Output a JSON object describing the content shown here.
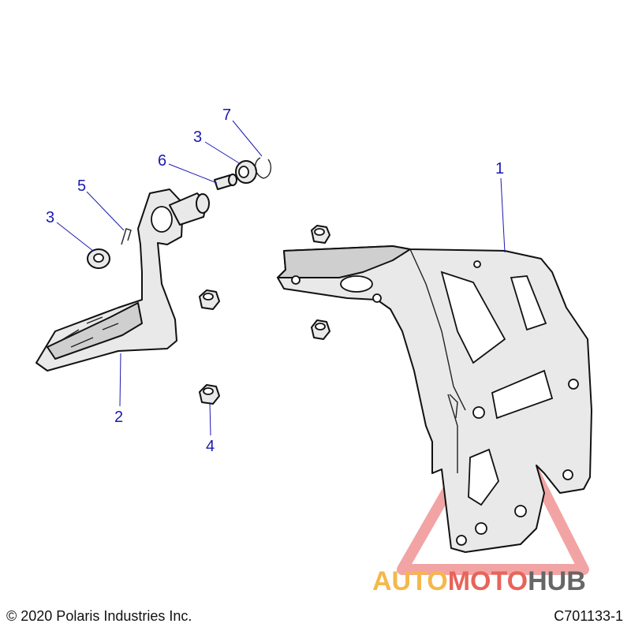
{
  "callouts": [
    {
      "id": "c1",
      "label": "1"
    },
    {
      "id": "c2",
      "label": "2"
    },
    {
      "id": "c3a",
      "label": "3"
    },
    {
      "id": "c3b",
      "label": "3"
    },
    {
      "id": "c4",
      "label": "4"
    },
    {
      "id": "c5",
      "label": "5"
    },
    {
      "id": "c6",
      "label": "6"
    },
    {
      "id": "c7",
      "label": "7"
    }
  ],
  "footer": {
    "copyright": "© 2020 Polaris Industries Inc.",
    "figure_code": "C701133-1"
  },
  "watermark": {
    "part1": "AUTO",
    "part2": "MOTO",
    "part3": "HUB",
    "colors": {
      "auto": "#f4b84a",
      "moto": "#e8645a",
      "hub": "#666666",
      "triangle": "#e85a5a"
    }
  },
  "colors": {
    "callout": "#1a1ab0",
    "line": "#111111",
    "fill": "#e9e9e9"
  }
}
